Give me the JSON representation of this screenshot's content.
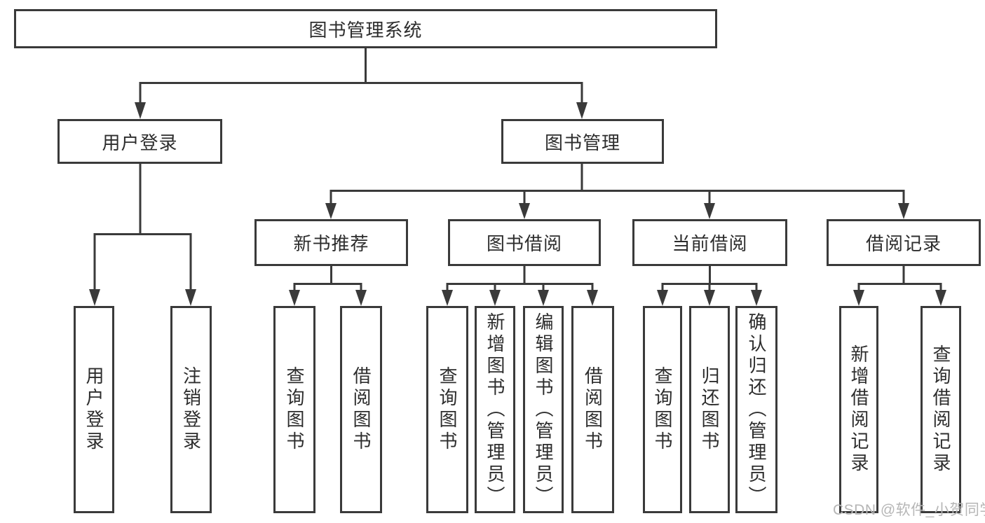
{
  "diagram": {
    "root": {
      "label": "图书管理系统"
    },
    "branches": [
      {
        "label": "用户登录",
        "children": [
          {
            "label": "用户登录"
          },
          {
            "label": "注销登录"
          }
        ]
      },
      {
        "label": "图书管理",
        "children": [
          {
            "label": "新书推荐",
            "children": [
              {
                "label": "查询图书"
              },
              {
                "label": "借阅图书"
              }
            ]
          },
          {
            "label": "图书借阅",
            "children": [
              {
                "label": "查询图书"
              },
              {
                "label": "新增图书（管理员）"
              },
              {
                "label": "编辑图书（管理员）"
              },
              {
                "label": "借阅图书"
              }
            ]
          },
          {
            "label": "当前借阅",
            "children": [
              {
                "label": "查询图书"
              },
              {
                "label": "归还图书"
              },
              {
                "label": "确认归还（管理员）"
              }
            ]
          },
          {
            "label": "借阅记录",
            "children": [
              {
                "label": "新增借阅记录"
              },
              {
                "label": "查询借阅记录"
              }
            ]
          }
        ]
      }
    ]
  },
  "watermark": {
    "text": "CSDN @软件_小贺同学",
    "color": "#b6b6b6"
  },
  "colors": {
    "line": "#3a3a3a",
    "box_border": "#3a3a3a",
    "box_background": "#ffffff",
    "text": "#2d2d2d",
    "page_background": "#ffffff"
  }
}
